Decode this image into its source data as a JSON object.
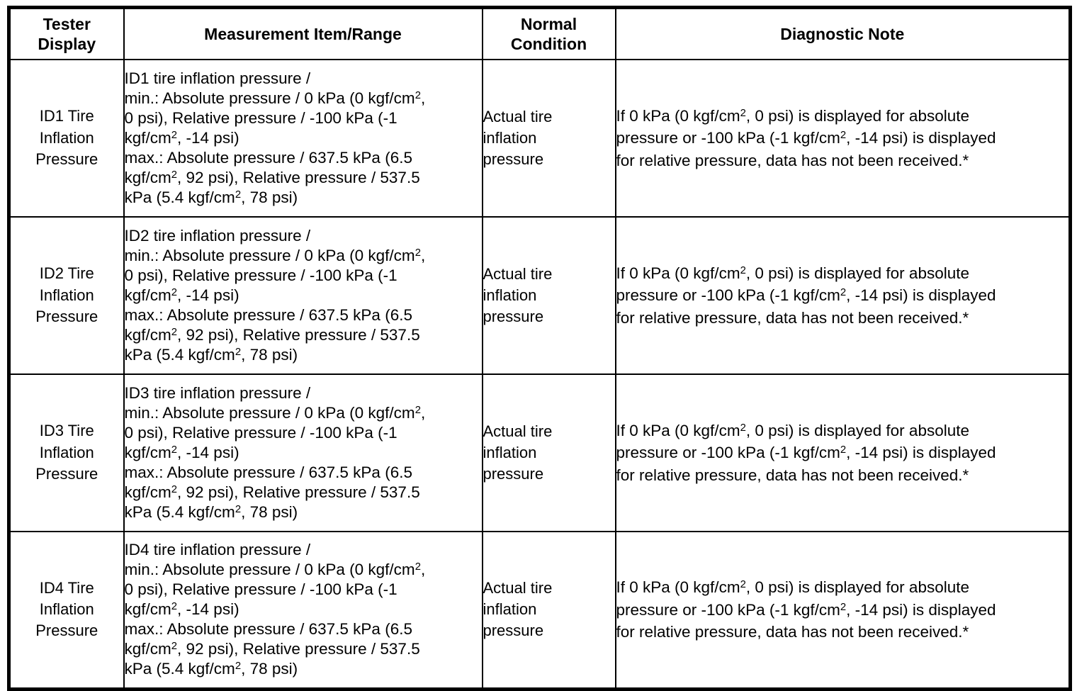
{
  "table": {
    "headers": [
      {
        "line1": "Tester",
        "line2": "Display"
      },
      {
        "line1": "Measurement Item/Range",
        "line2": ""
      },
      {
        "line1": "Normal",
        "line2": "Condition"
      },
      {
        "line1": "Diagnostic Note",
        "line2": ""
      }
    ],
    "rows": [
      {
        "display": {
          "line1": "ID1 Tire",
          "line2": "Inflation",
          "line3": "Pressure"
        },
        "measurement": {
          "line1": "ID1 tire inflation pressure /",
          "line2_pre": "min.: Absolute pressure / 0 kPa (0 kgf/cm",
          "line2_sup": "2",
          "line2_post": ",",
          "line3": "0 psi), Relative pressure / -100 kPa (-1",
          "line4_pre": "kgf/cm",
          "line4_sup": "2",
          "line4_post": ", -14 psi)",
          "line5": "max.: Absolute pressure / 637.5 kPa (6.5",
          "line6_pre": "kgf/cm",
          "line6_sup": "2",
          "line6_post": ", 92 psi), Relative pressure / 537.5",
          "line7_pre": "kPa (5.4 kgf/cm",
          "line7_sup": "2",
          "line7_post": ", 78 psi)"
        },
        "normal": {
          "line1": "Actual tire",
          "line2": "inflation",
          "line3": "pressure"
        },
        "note": {
          "line1_pre": "If 0 kPa (0 kgf/cm",
          "line1_sup": "2",
          "line1_post": ", 0 psi) is displayed for absolute",
          "line2_pre": "pressure or -100 kPa (-1 kgf/cm",
          "line2_sup": "2",
          "line2_post": ", -14 psi) is displayed",
          "line3": "for relative pressure, data has not been received.*"
        }
      },
      {
        "display": {
          "line1": "ID2 Tire",
          "line2": "Inflation",
          "line3": "Pressure"
        },
        "measurement": {
          "line1": "ID2 tire inflation pressure /",
          "line2_pre": "min.: Absolute pressure / 0 kPa (0 kgf/cm",
          "line2_sup": "2",
          "line2_post": ",",
          "line3": "0 psi), Relative pressure / -100 kPa (-1",
          "line4_pre": "kgf/cm",
          "line4_sup": "2",
          "line4_post": ", -14 psi)",
          "line5": "max.: Absolute pressure / 637.5 kPa (6.5",
          "line6_pre": "kgf/cm",
          "line6_sup": "2",
          "line6_post": ", 92 psi), Relative pressure / 537.5",
          "line7_pre": "kPa (5.4 kgf/cm",
          "line7_sup": "2",
          "line7_post": ", 78 psi)"
        },
        "normal": {
          "line1": "Actual tire",
          "line2": "inflation",
          "line3": "pressure"
        },
        "note": {
          "line1_pre": "If 0 kPa (0 kgf/cm",
          "line1_sup": "2",
          "line1_post": ", 0 psi) is displayed for absolute",
          "line2_pre": "pressure or -100 kPa (-1 kgf/cm",
          "line2_sup": "2",
          "line2_post": ", -14 psi) is displayed",
          "line3": "for relative pressure, data has not been received.*"
        }
      },
      {
        "display": {
          "line1": "ID3 Tire",
          "line2": "Inflation",
          "line3": "Pressure"
        },
        "measurement": {
          "line1": "ID3 tire inflation pressure /",
          "line2_pre": "min.: Absolute pressure / 0 kPa (0 kgf/cm",
          "line2_sup": "2",
          "line2_post": ",",
          "line3": "0 psi), Relative pressure / -100 kPa (-1",
          "line4_pre": "kgf/cm",
          "line4_sup": "2",
          "line4_post": ", -14 psi)",
          "line5": "max.: Absolute pressure / 637.5 kPa (6.5",
          "line6_pre": "kgf/cm",
          "line6_sup": "2",
          "line6_post": ", 92 psi), Relative pressure / 537.5",
          "line7_pre": "kPa (5.4 kgf/cm",
          "line7_sup": "2",
          "line7_post": ", 78 psi)"
        },
        "normal": {
          "line1": "Actual tire",
          "line2": "inflation",
          "line3": "pressure"
        },
        "note": {
          "line1_pre": "If 0 kPa (0 kgf/cm",
          "line1_sup": "2",
          "line1_post": ", 0 psi) is displayed for absolute",
          "line2_pre": "pressure or -100 kPa (-1 kgf/cm",
          "line2_sup": "2",
          "line2_post": ", -14 psi) is displayed",
          "line3": "for relative pressure, data has not been received.*"
        }
      },
      {
        "display": {
          "line1": "ID4 Tire",
          "line2": "Inflation",
          "line3": "Pressure"
        },
        "measurement": {
          "line1": "ID4 tire inflation pressure /",
          "line2_pre": "min.: Absolute pressure / 0 kPa (0 kgf/cm",
          "line2_sup": "2",
          "line2_post": ",",
          "line3": "0 psi), Relative pressure / -100 kPa (-1",
          "line4_pre": "kgf/cm",
          "line4_sup": "2",
          "line4_post": ", -14 psi)",
          "line5": "max.: Absolute pressure / 637.5 kPa (6.5",
          "line6_pre": "kgf/cm",
          "line6_sup": "2",
          "line6_post": ", 92 psi), Relative pressure / 537.5",
          "line7_pre": "kPa (5.4 kgf/cm",
          "line7_sup": "2",
          "line7_post": ", 78 psi)"
        },
        "normal": {
          "line1": "Actual tire",
          "line2": "inflation",
          "line3": "pressure"
        },
        "note": {
          "line1_pre": "If 0 kPa (0 kgf/cm",
          "line1_sup": "2",
          "line1_post": ", 0 psi) is displayed for absolute",
          "line2_pre": "pressure or -100 kPa (-1 kgf/cm",
          "line2_sup": "2",
          "line2_post": ", -14 psi) is displayed",
          "line3": "for relative pressure, data has not been received.*"
        }
      }
    ]
  }
}
